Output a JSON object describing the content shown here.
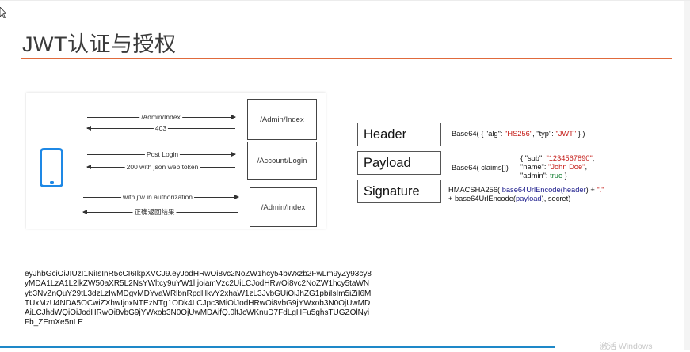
{
  "slide": {
    "title": "JWT认证与授权"
  },
  "diagram": {
    "servers": [
      "/Admin/Index",
      "/Account/Login",
      "/Admin/Index"
    ],
    "arrows": [
      "/Admin/Index",
      "403",
      "Post Login",
      "200 with json web token",
      "with jtw in authorization",
      "正确返回结果"
    ]
  },
  "jwt": {
    "header_label": "Header",
    "payload_label": "Payload",
    "signature_label": "Signature",
    "header_code": {
      "prefix": "Base64( { \"alg\": ",
      "alg": "\"HS256\"",
      "mid": ", \"typ\": ",
      "typ": "\"JWT\"",
      "suffix": " } )"
    },
    "payload_code": {
      "call": "Base64( claims[])",
      "open": "{ \"sub\": ",
      "sub": "\"1234567890\"",
      "comma": ",",
      "name_key": "\"name\": ",
      "name": "\"John Doe\"",
      "admin_key": "\"admin\": ",
      "admin": "true",
      "close": " }"
    },
    "signature_code": {
      "fn": "HMACSHA256(",
      "enc1": "base64UrlEncode(",
      "arg1": "header",
      "close1": ") + ",
      "dot": "\".\"",
      "plus": "+ ",
      "enc2": "base64UrlEncode(",
      "arg2": "payload",
      "close2": "), secret)"
    }
  },
  "token": "eyJhbGciOiJIUzI1NiIsInR5cCI6IkpXVCJ9.eyJodHRwOi8vc2NoZW1hcy54bWxzb2FwLm9yZy93cy8yMDA1LzA1L2lkZW50aXR5L2NsYWltcy9uYW1lIjoiamVzc2UiLCJodHRwOi8vc2NoZW1hcy5taWNyb3NvZnQuY29tL3dzLzIwMDgvMDYvaWRlbnRpdHkvY2xhaW1zL3JvbGUiOiJhZG1pbiIsIm5iZiI6MTUxMzU4NDA5OCwiZXhwIjoxNTEzNTg1ODk4LCJpc3MiOiJodHRwOi8vbG9jYWxob3N0OjUwMDAiLCJhdWQiOiJodHRwOi8vbG9jYWxob3N0OjUwMDAifQ.0ltJcWKnuD7FdLgHFu5ghsTUGZOlNyiFb_ZEmXe5nLE",
  "watermark": "激活 Windows",
  "colors": {
    "accent_rule": "#e06a3c",
    "phone": "#1e88e5",
    "string": "#c41a16",
    "keyword": "#0b7a2b",
    "function": "#1c1c8c"
  }
}
